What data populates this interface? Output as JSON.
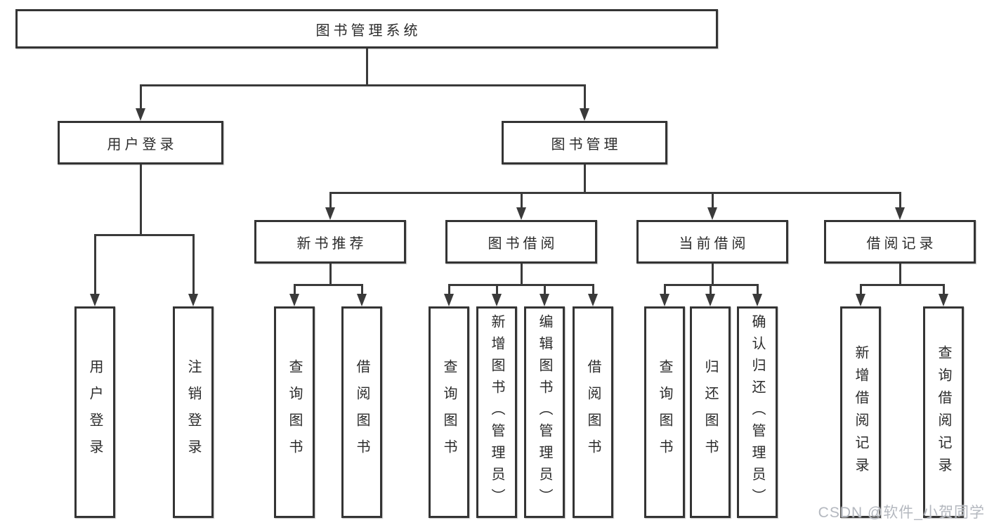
{
  "diagram": {
    "root": {
      "label": "图书管理系统",
      "children": {
        "user_login": {
          "label": "用户登录",
          "children": {
            "login": {
              "label": "用户登录"
            },
            "logout": {
              "label": "注销登录"
            }
          }
        },
        "book_management": {
          "label": "图书管理",
          "children": {
            "new_book_recommend": {
              "label": "新书推荐",
              "children": {
                "query_books": {
                  "label": "查询图书"
                },
                "borrow_books": {
                  "label": "借阅图书"
                }
              }
            },
            "book_borrowing": {
              "label": "图书借阅",
              "children": {
                "query_books": {
                  "label": "查询图书"
                },
                "add_books": {
                  "label": "新增图书（管理员）"
                },
                "edit_books": {
                  "label": "编辑图书（管理员）"
                },
                "borrow_books": {
                  "label": "借阅图书"
                }
              }
            },
            "current_borrowing": {
              "label": "当前借阅",
              "children": {
                "query_books": {
                  "label": "查询图书"
                },
                "return_books": {
                  "label": "归还图书"
                },
                "confirm_return": {
                  "label": "确认归还（管理员）"
                }
              }
            },
            "borrowing_records": {
              "label": "借阅记录",
              "children": {
                "add_record": {
                  "label": "新增借阅记录"
                },
                "query_record": {
                  "label": "查询借阅记录"
                }
              }
            }
          }
        }
      }
    },
    "watermark": "CSDN @软件_小贺同学",
    "colors": {
      "line": "#3a3a3a",
      "border": "#343434",
      "box_background": "#ffffff",
      "text": "#2b2b2b",
      "watermark_text": "#b4b8bf"
    }
  }
}
